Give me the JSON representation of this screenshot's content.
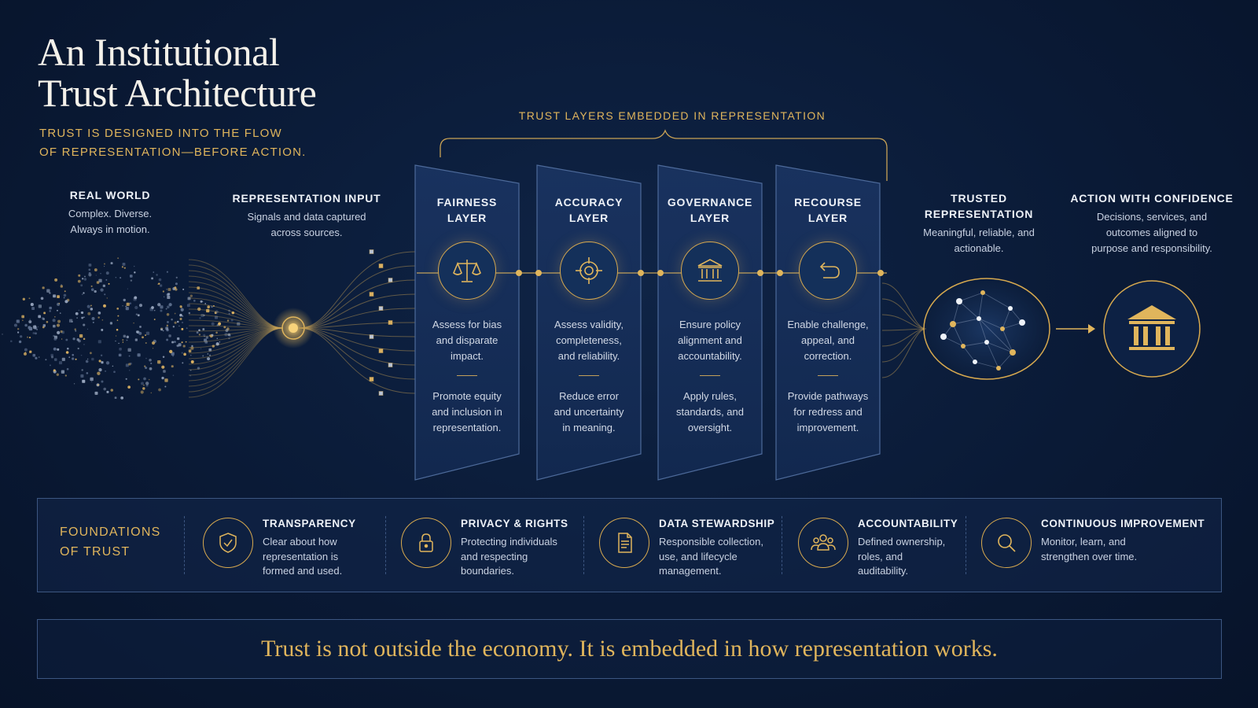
{
  "header": {
    "title_line1": "An Institutional",
    "title_line2": "Trust Architecture",
    "subtitle_line1": "TRUST IS DESIGNED INTO THE FLOW",
    "subtitle_line2": "OF REPRESENTATION—BEFORE ACTION."
  },
  "bracket_label": "TRUST LAYERS EMBEDDED IN REPRESENTATION",
  "stages": {
    "real_world": {
      "title": "REAL WORLD",
      "desc_line1": "Complex. Diverse.",
      "desc_line2": "Always in motion."
    },
    "input": {
      "title": "REPRESENTATION INPUT",
      "desc_line1": "Signals and data captured",
      "desc_line2": "across sources."
    },
    "trusted": {
      "title_line1": "TRUSTED",
      "title_line2": "REPRESENTATION",
      "desc_line1": "Meaningful, reliable, and",
      "desc_line2": "actionable."
    },
    "action": {
      "title": "ACTION WITH CONFIDENCE",
      "desc_line1": "Decisions, services, and",
      "desc_line2": "outcomes aligned to",
      "desc_line3": "purpose and responsibility."
    }
  },
  "layers": [
    {
      "title_line1": "FAIRNESS",
      "title_line2": "LAYER",
      "icon": "scales-icon",
      "desc1": [
        "Assess for bias",
        "and disparate",
        "impact."
      ],
      "desc2": [
        "Promote equity",
        "and inclusion in",
        "representation."
      ]
    },
    {
      "title_line1": "ACCURACY",
      "title_line2": "LAYER",
      "icon": "target-icon",
      "desc1": [
        "Assess validity,",
        "completeness,",
        "and reliability."
      ],
      "desc2": [
        "Reduce error",
        "and uncertainty",
        "in meaning."
      ]
    },
    {
      "title_line1": "GOVERNANCE",
      "title_line2": "LAYER",
      "icon": "institution-icon",
      "desc1": [
        "Ensure policy",
        "alignment and",
        "accountability."
      ],
      "desc2": [
        "Apply rules,",
        "standards, and",
        "oversight."
      ]
    },
    {
      "title_line1": "RECOURSE",
      "title_line2": "LAYER",
      "icon": "undo-arrow-icon",
      "desc1": [
        "Enable challenge,",
        "appeal, and",
        "correction."
      ],
      "desc2": [
        "Provide pathways",
        "for redress and",
        "improvement."
      ]
    }
  ],
  "foundations": {
    "heading_line1": "FOUNDATIONS",
    "heading_line2": "OF TRUST",
    "items": [
      {
        "title": "TRANSPARENCY",
        "icon": "shield-check-icon",
        "desc": [
          "Clear about how",
          "representation is",
          "formed and used."
        ]
      },
      {
        "title": "PRIVACY & RIGHTS",
        "icon": "lock-icon",
        "desc": [
          "Protecting individuals",
          "and respecting",
          "boundaries."
        ]
      },
      {
        "title": "DATA STEWARDSHIP",
        "icon": "document-icon",
        "desc": [
          "Responsible collection,",
          "use, and lifecycle",
          "management."
        ]
      },
      {
        "title": "ACCOUNTABILITY",
        "icon": "people-group-icon",
        "desc": [
          "Defined ownership,",
          "roles, and",
          "auditability."
        ]
      },
      {
        "title": "CONTINUOUS IMPROVEMENT",
        "icon": "magnifier-icon",
        "desc": [
          "Monitor, learn, and",
          "strengthen over time."
        ]
      }
    ]
  },
  "closing": "Trust is not outside the economy. It is embedded in how representation works.",
  "colors": {
    "accent": "#e0b55c",
    "background": "#0a1a36",
    "border": "#3c5681"
  }
}
